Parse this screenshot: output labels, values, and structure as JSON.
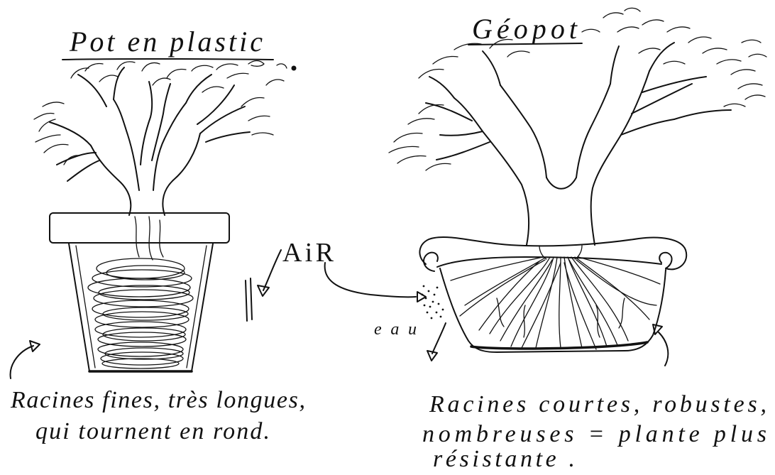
{
  "titles": {
    "left": "Pot en plastic",
    "right": "Géopot"
  },
  "labels": {
    "air": "AiR",
    "water": "eau"
  },
  "captions": {
    "left": [
      "Racines fines, très longues,",
      "qui tournent en rond."
    ],
    "right": [
      "Racines courtes, robustes,",
      "nombreuses = plante plus",
      "résistante ."
    ]
  },
  "colors": {
    "ink": "#111111",
    "background": "#ffffff"
  }
}
